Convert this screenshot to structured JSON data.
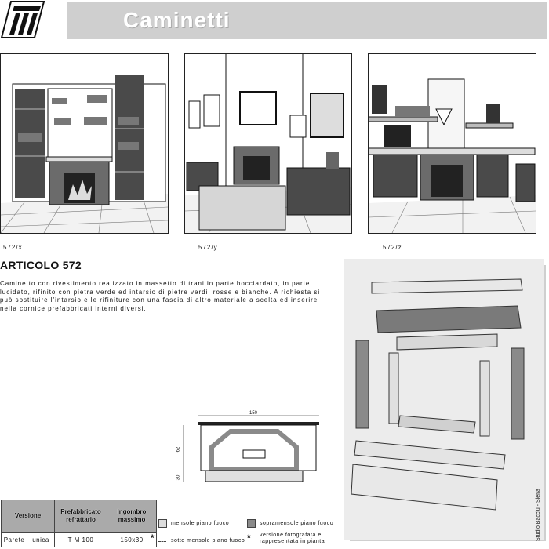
{
  "header": {
    "title": "Caminetti"
  },
  "photos": [
    {
      "caption": "572/x"
    },
    {
      "caption": "572/y"
    },
    {
      "caption": "572/z"
    }
  ],
  "article": {
    "title": "ARTICOLO 572",
    "description": "Caminetto con rivestimento realizzato in massetto di trani in parte bocciardato, in parte lucidato, rifinito con pietra verde ed intarsio di pietre verdi, rosse e bianche. A richiesta si può sostituire l'intarsio e le rifiniture con una fascia di altro materiale a scelta ed inserire nella cornice prefabbricati interni diversi."
  },
  "drawing": {
    "width_label": "150",
    "height_label": "62",
    "depth_label": "30"
  },
  "table": {
    "headers": [
      "Versione",
      "Prefabbricato refrattario",
      "Ingombro massimo"
    ],
    "rows": [
      {
        "versione_a": "Parete",
        "versione_b": "unica",
        "prefabbricato": "T M 100",
        "ingombro": "150x30",
        "mark": "*"
      }
    ]
  },
  "legend": {
    "items": [
      {
        "label": "mensole piano fuoco",
        "color": "#dcdcdc"
      },
      {
        "label": "sopramensole piano fuoco",
        "color": "#8a8a8a"
      },
      {
        "label": "sotto mensole piano fuoco",
        "color": "#ffffff"
      },
      {
        "label": "versione fotografata e rappresentata in pianta",
        "symbol": "*"
      }
    ]
  },
  "credit": "Studio Bacciu - Siena"
}
